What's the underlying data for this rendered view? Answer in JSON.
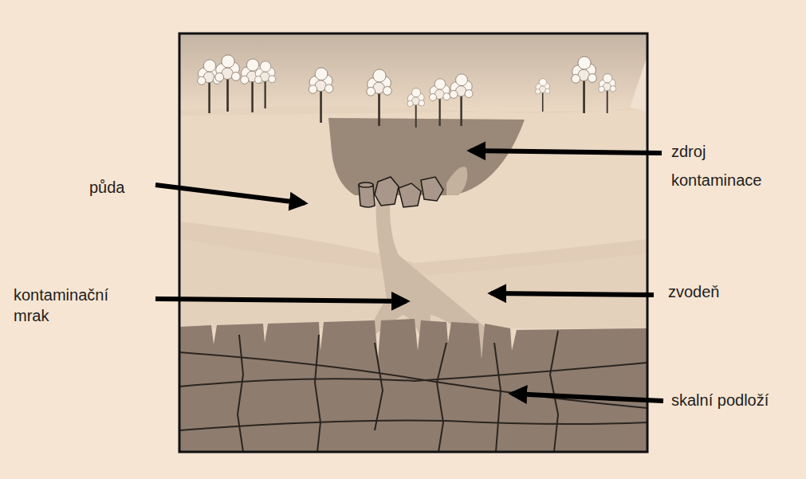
{
  "diagram": {
    "labels": [
      "zdroj kontaminace",
      "půda",
      "kontaminační mrak",
      "zvodeň",
      "skalní podloží"
    ]
  }
}
